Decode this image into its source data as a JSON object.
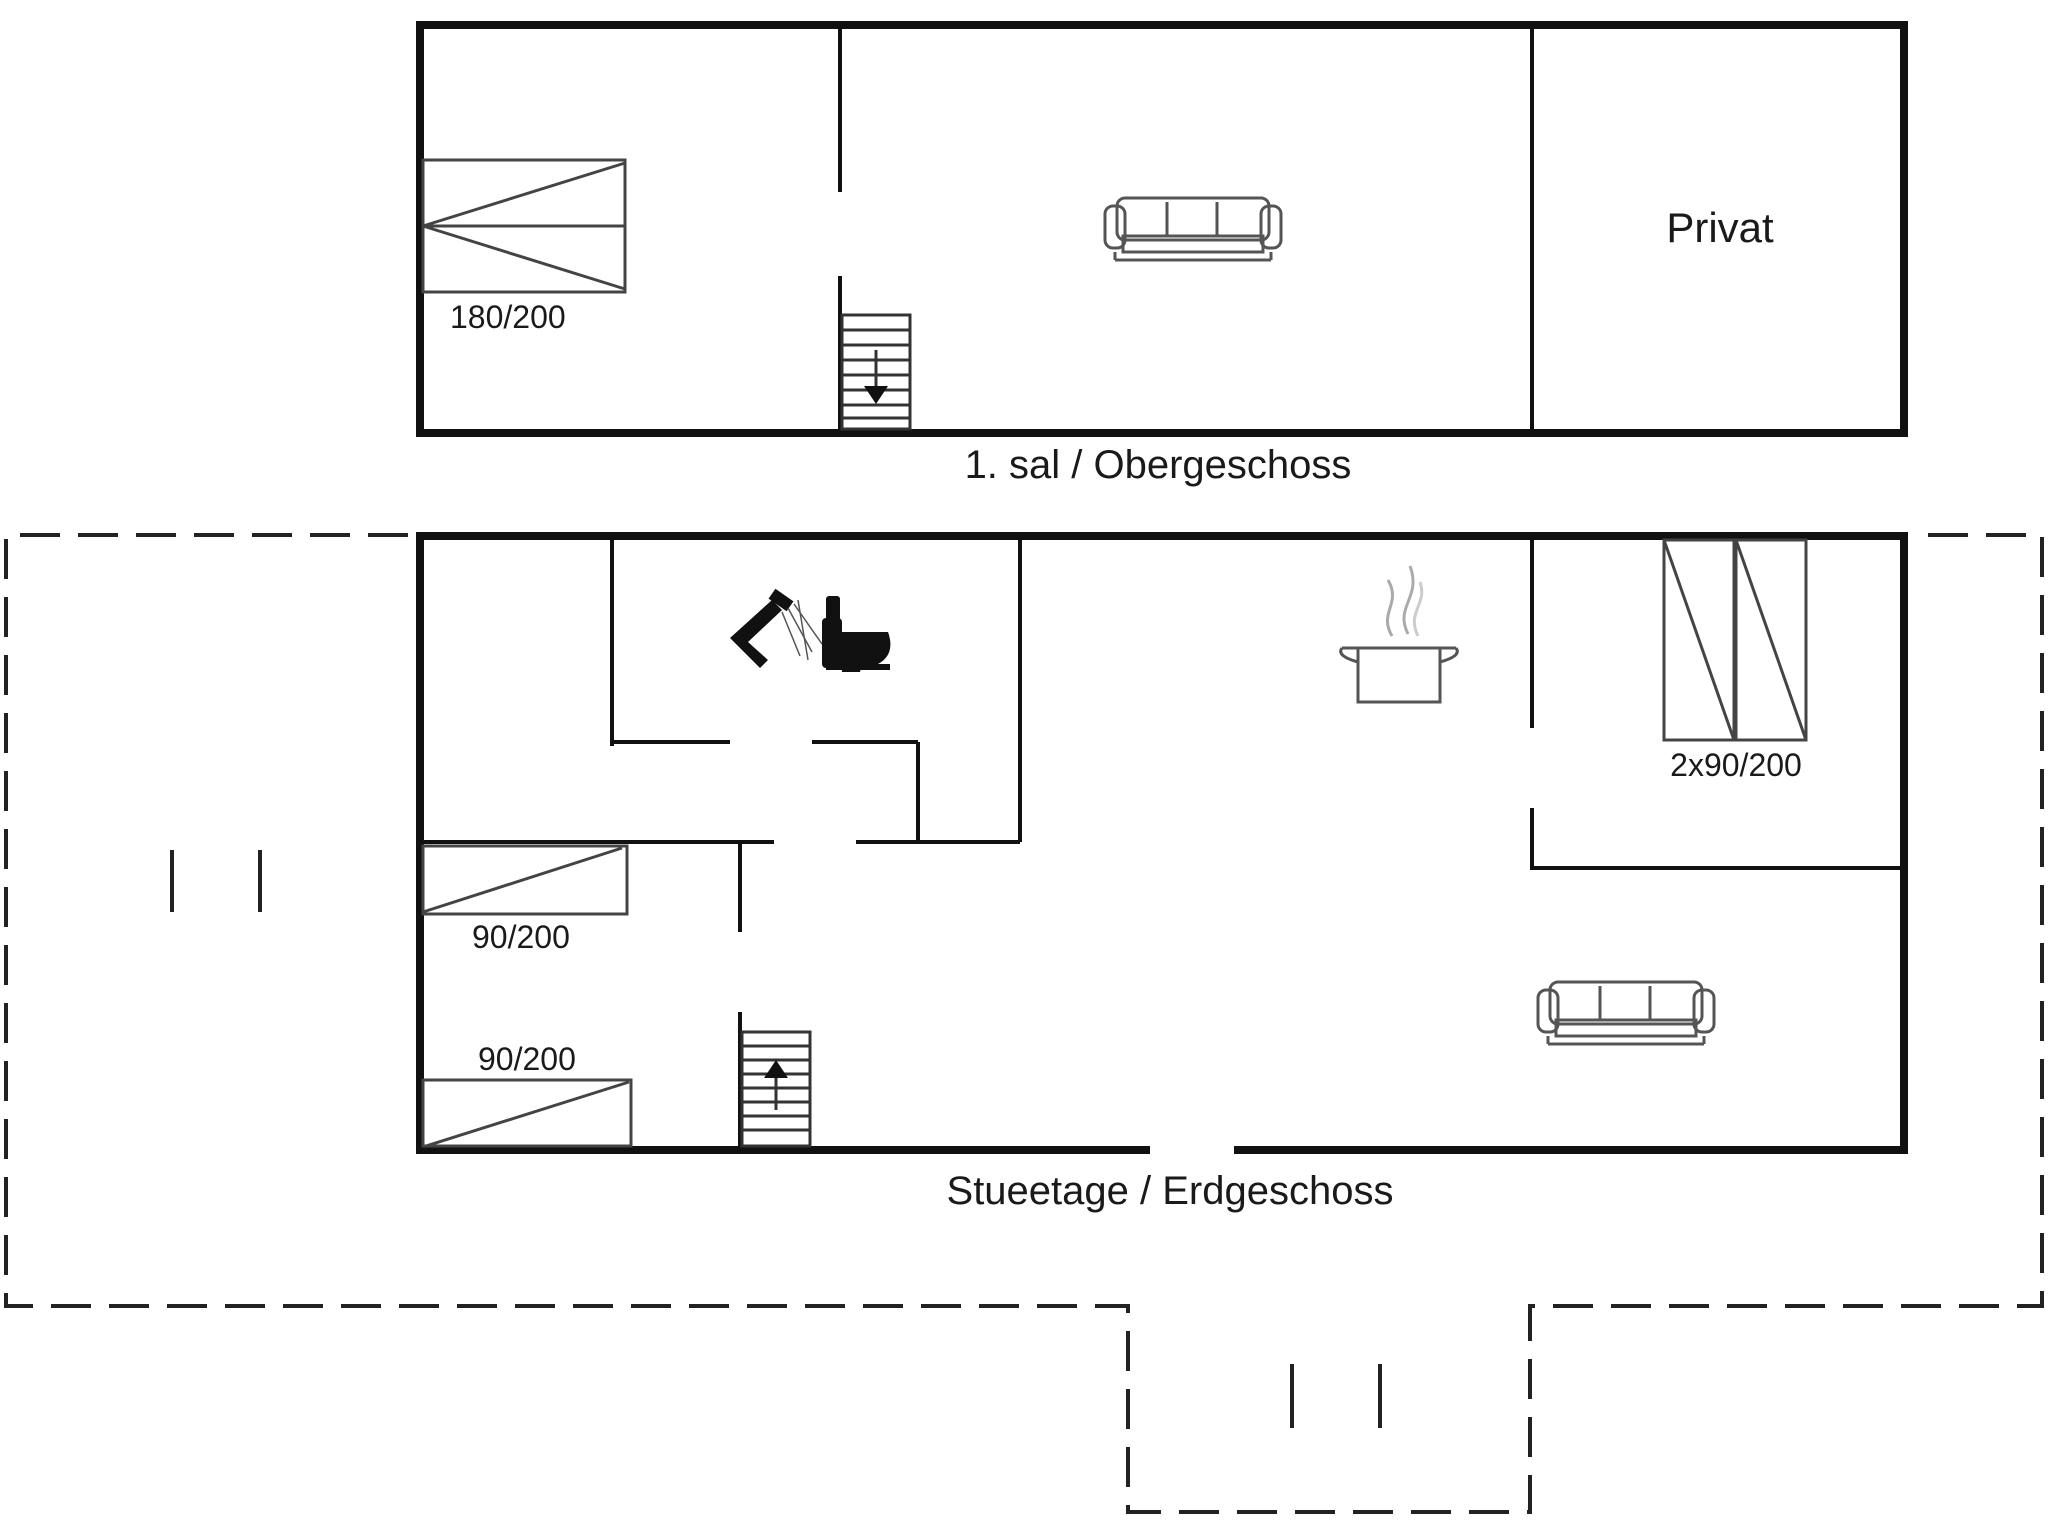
{
  "floors": {
    "upper": {
      "caption": "1. sal / Obergeschoss",
      "room_label": "Privat",
      "bed_label": "180/200"
    },
    "ground": {
      "caption": "Stueetage / Erdgeschoss",
      "bed_labels": {
        "bed_1": "90/200",
        "bed_2": "90/200",
        "bunk": "2x90/200"
      }
    }
  },
  "icons": [
    "sofa-icon",
    "stairs-down-icon",
    "stairs-up-icon",
    "shower-icon",
    "toilet-icon",
    "cooking-pot-icon",
    "bed-icon"
  ],
  "colors": {
    "wall": "#111111",
    "fixture": "#444444",
    "background": "#ffffff"
  }
}
